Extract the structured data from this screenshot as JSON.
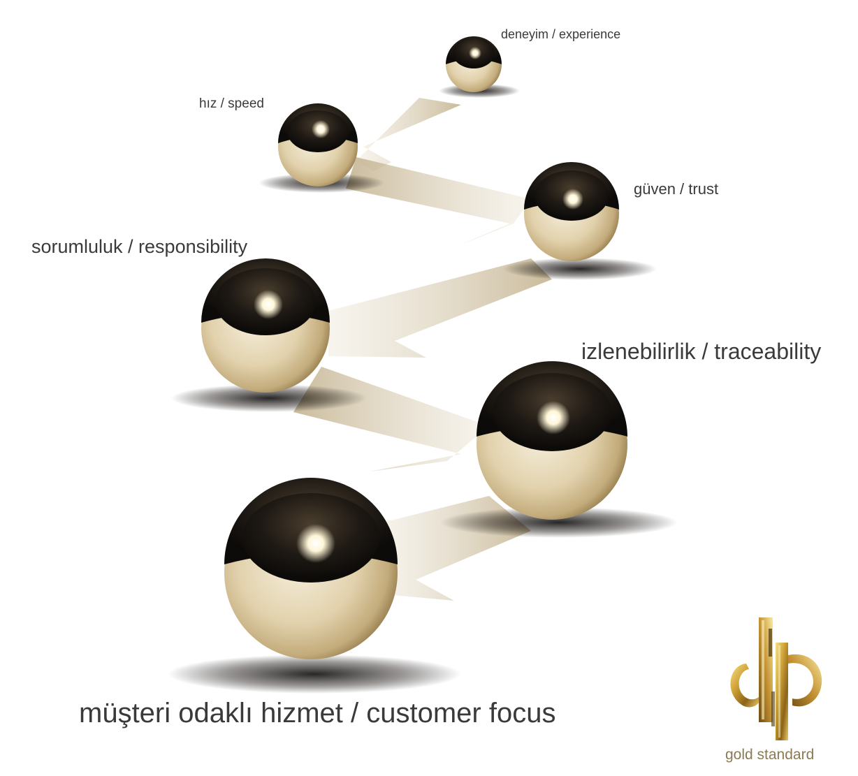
{
  "labels": {
    "experience": "deneyim  /  experience",
    "speed": "hız  / speed",
    "trust": "güven  / trust",
    "responsibility": "sorumluluk / responsibility",
    "traceability": "izlenebilirlik / traceability",
    "customer_focus": "müşteri odaklı hizmet / customer focus"
  },
  "logo": {
    "caption": "gold standard",
    "icon": "dp-monogram-logo"
  },
  "colors": {
    "gold_light": "#efe5cf",
    "gold_mid": "#c9b68c",
    "gold_dark": "#6f5a34",
    "sphere_dark": "#1a1612",
    "text": "#3a3a3a",
    "logo_caption": "#8a7a55"
  }
}
